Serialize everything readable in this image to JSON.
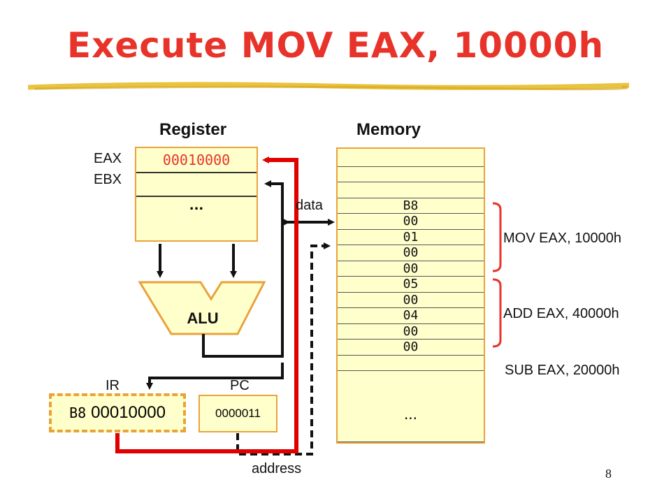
{
  "title": "Execute MOV EAX, 10000h",
  "headers": {
    "register": "Register",
    "memory": "Memory"
  },
  "registers": {
    "eax_label": "EAX",
    "ebx_label": "EBX",
    "eax_value": "00010000",
    "ellipsis": "..."
  },
  "alu_label": "ALU",
  "bus_labels": {
    "data": "data",
    "address": "address"
  },
  "ir": {
    "label": "IR",
    "opcode": "B8",
    "operand": "00010000"
  },
  "pc": {
    "label": "PC",
    "value": "0000011"
  },
  "memory": {
    "cells": [
      "",
      "",
      "",
      "B8",
      "00",
      "01",
      "00",
      "00",
      "05",
      "00",
      "04",
      "00",
      "00",
      "",
      ""
    ],
    "ellipsis": "..."
  },
  "instructions": [
    "MOV EAX, 10000h",
    "ADD EAX, 40000h",
    "SUB EAX, 20000h"
  ],
  "page_number": "8",
  "colors": {
    "title": "#e8332a",
    "box_fill": "#ffffcc",
    "box_border": "#e8a33a",
    "address_bus": "#e00000",
    "bracket": "#e8332a"
  }
}
